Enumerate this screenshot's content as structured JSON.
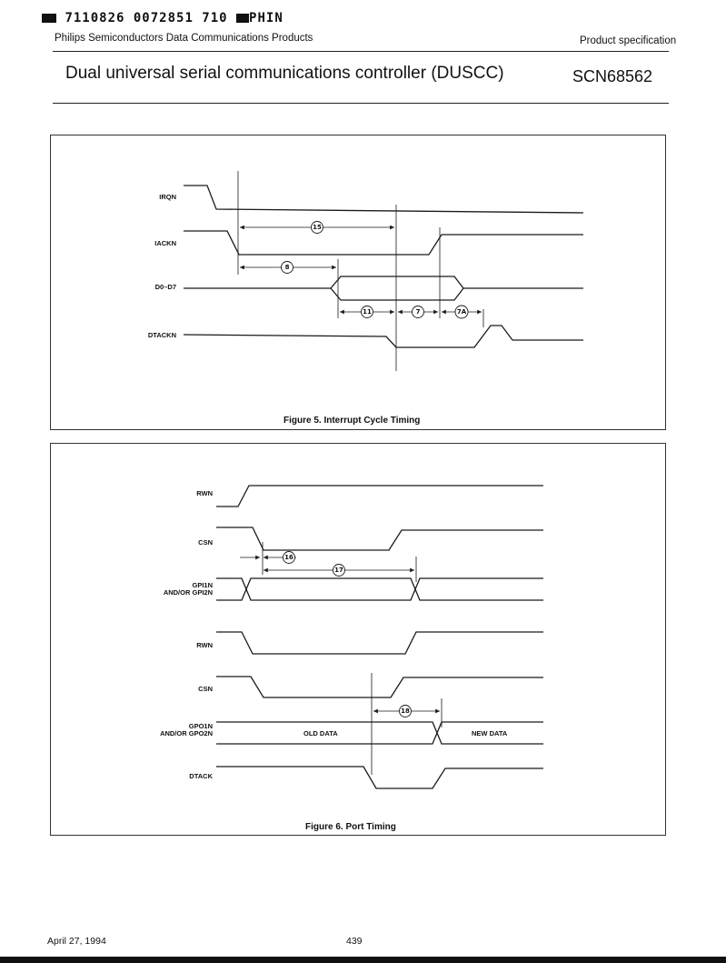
{
  "header": {
    "scan_code": "7110826 0072851 710",
    "scan_suffix": "PHIN",
    "company": "Philips Semiconductors Data Communications Products",
    "product_status": "Product specification",
    "document_title": "Dual universal serial communications controller (DUSCC)",
    "part_number": "SCN68562"
  },
  "figure5": {
    "caption": "Figure 5.  Interrupt Cycle Timing",
    "signals": [
      "IRQN",
      "IACKN",
      "D0–D7",
      "DTACKN"
    ],
    "timing_refs": [
      "15",
      "8",
      "11",
      "7",
      "7A"
    ]
  },
  "figure6": {
    "caption": "Figure 6.  Port Timing",
    "signals": {
      "rwn_1": "RWN",
      "csn_1": "CSN",
      "gpi": [
        "GPI1N",
        "AND/OR GPI2N"
      ],
      "rwn_2": "RWN",
      "csn_2": "CSN",
      "gpo": [
        "GPO1N",
        "AND/OR GPO2N"
      ],
      "dtack": "DTACK"
    },
    "data_labels": {
      "old": "OLD DATA",
      "new": "NEW DATA"
    },
    "timing_refs": [
      "16",
      "17",
      "18"
    ]
  },
  "footer": {
    "date": "April 27, 1994",
    "page_number": "439"
  }
}
